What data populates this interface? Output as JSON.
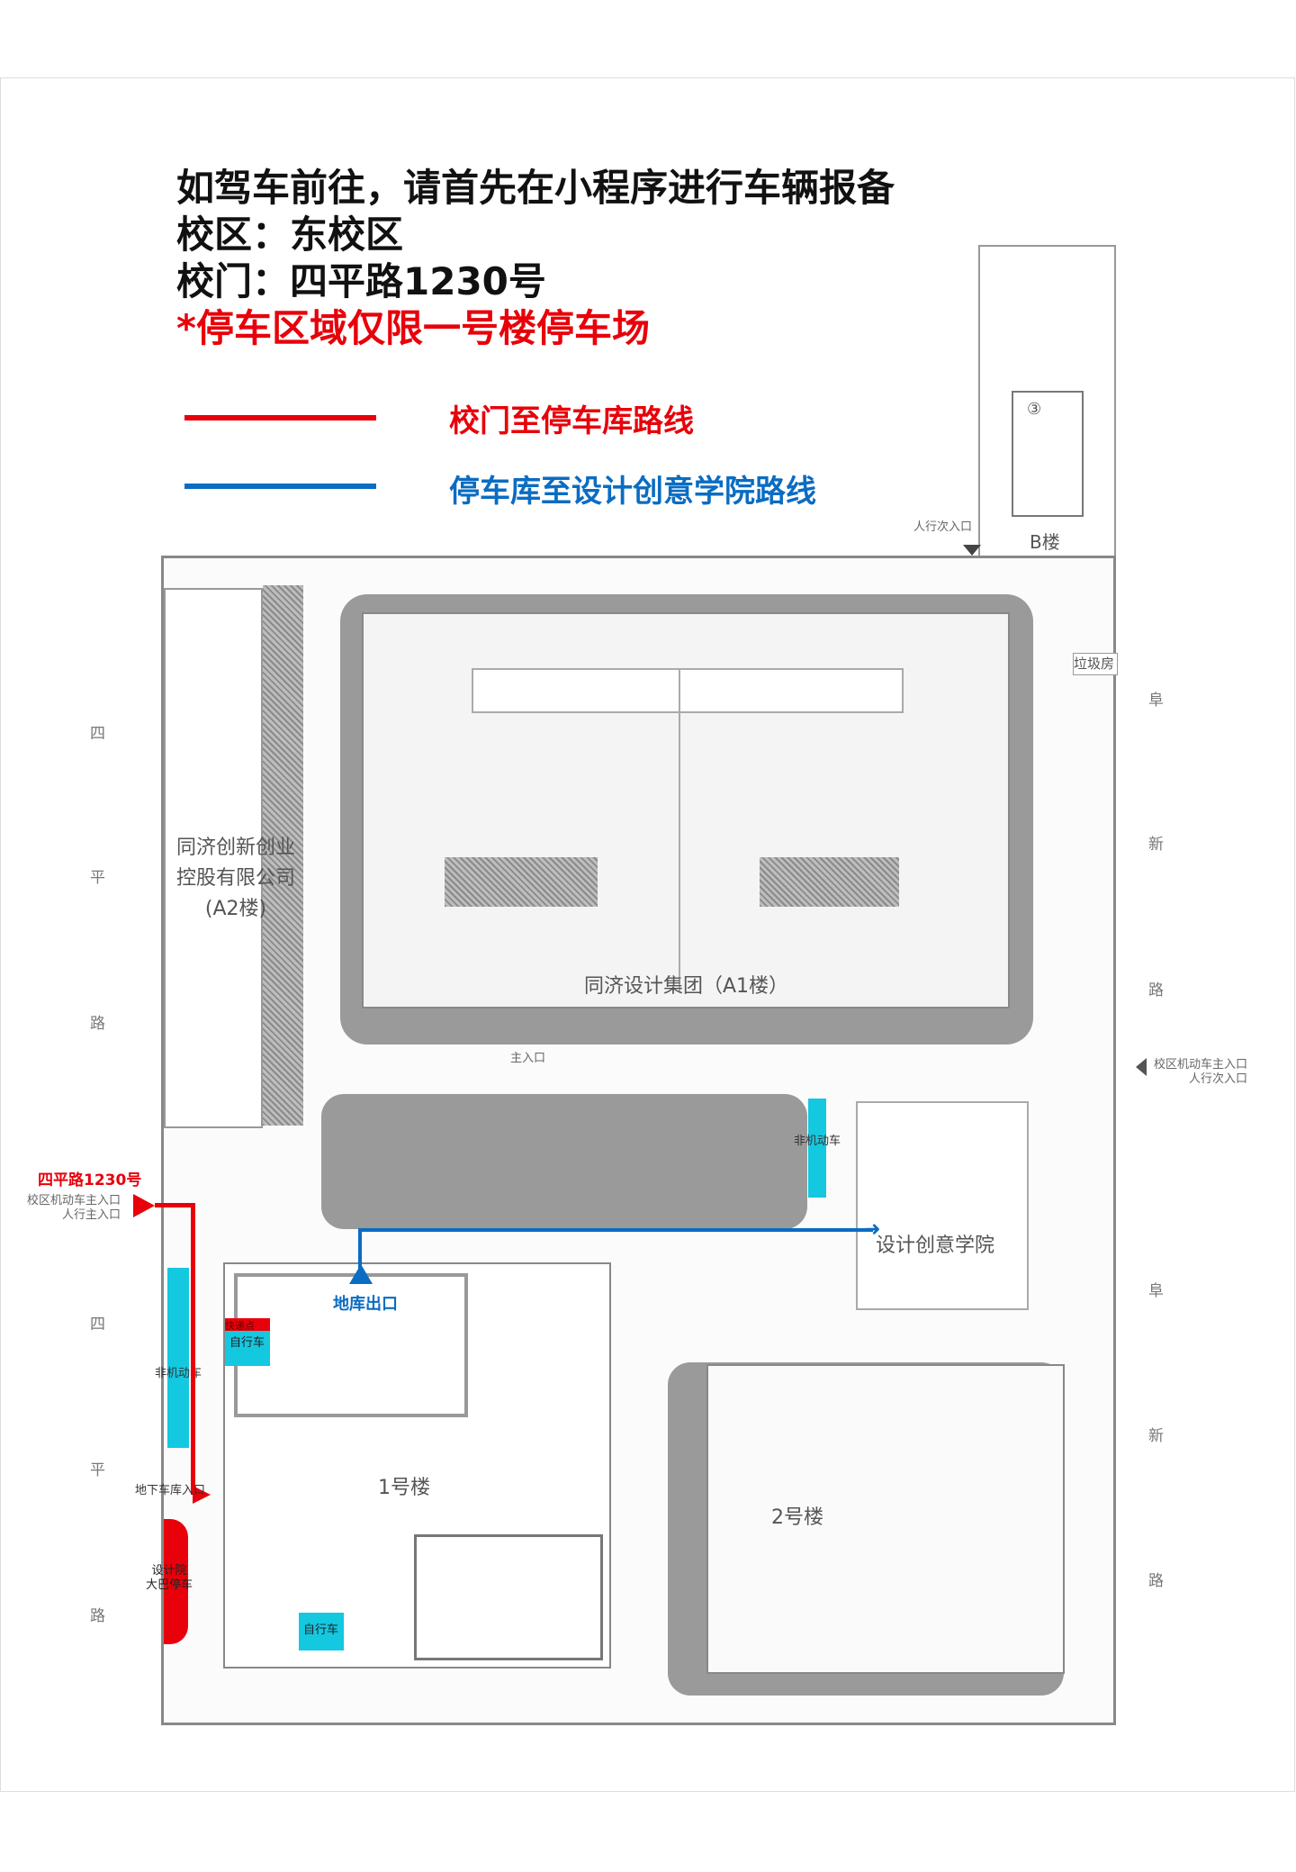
{
  "header": {
    "line1": "如驾车前往，请首先在小程序进行车辆报备",
    "line2": "校区：东校区",
    "line3": "校门：四平路1230号",
    "note": "*停车区域仅限一号楼停车场"
  },
  "legend": [
    {
      "label": "校门至停车库路线",
      "color": "#e8000a"
    },
    {
      "label": "停车库至设计创意学院路线",
      "color": "#0a6cc2"
    }
  ],
  "map": {
    "buildings": {
      "a2": [
        "同济创新创业",
        "控股有限公司",
        "(A2楼)"
      ],
      "a1": "同济设计集团（A1楼）",
      "b": "B楼",
      "design_college": "设计创意学院",
      "no1": "1号楼",
      "no2": "2号楼",
      "garbage": "垃圾房",
      "b_circle": "③"
    },
    "roads": {
      "left": [
        "四",
        "平",
        "路"
      ],
      "right": [
        "阜",
        "新",
        "路"
      ]
    },
    "labels": {
      "gate_address": "四平路1230号",
      "west_entrance": [
        "校区机动车主入口",
        "人行主入口"
      ],
      "east_entrance": [
        "校区机动车主入口",
        "人行次入口"
      ],
      "north_ped": "人行次入口",
      "main_entrance": "主入口",
      "garage_exit": "地库出口",
      "garage_entrance": "地下车库入口",
      "bike1": "自行车",
      "bike2": "自行车",
      "express": "快递点",
      "nonmotor_left": "非机动车",
      "nonmotor_mid": "非机动车",
      "bus": [
        "设计院",
        "大巴停车"
      ]
    }
  }
}
